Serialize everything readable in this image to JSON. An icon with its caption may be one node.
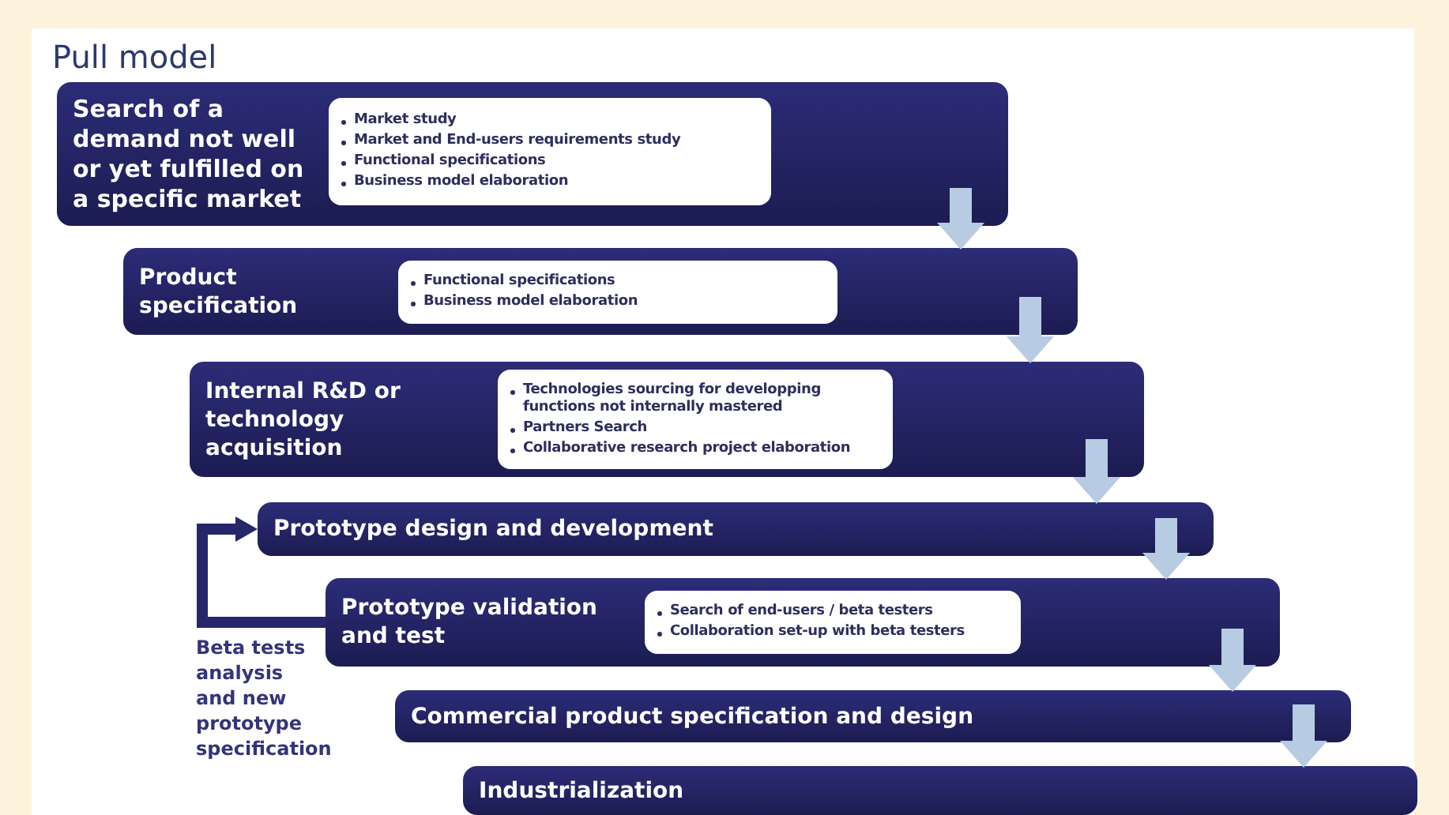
{
  "diagram": {
    "title": "Pull model",
    "nodes": [
      {
        "text": [
          "Search of a demand not well or yet fulfilled on a specific market"
        ]
      },
      {
        "text": [
          "Market study",
          "Market and End-users requirements study",
          "Functional specifications",
          "Business model elaboration"
        ],
        "in": 0
      },
      {
        "text": [
          "Product specification"
        ]
      },
      {
        "text": [
          "Functional specifications",
          "Business model elaboration"
        ],
        "in": 2
      },
      {
        "text": [
          "Internal R&D or technology acquisition"
        ]
      },
      {
        "text": [
          "Technologies sourcing for developping functions not internally mastered",
          "Partners Search",
          "Collaborative research project elaboration"
        ],
        "in": 4
      },
      {
        "text": [
          "Prototype design and development"
        ]
      },
      {
        "text": [
          "Prototype validation and test"
        ]
      },
      {
        "text": [
          "Search of end-users / beta testers",
          "Collaboration set-up with beta testers"
        ],
        "in": 7
      },
      {
        "text": [
          "Commercial product specification and design"
        ]
      },
      {
        "text": [
          "Industrialization"
        ]
      }
    ],
    "edges": [
      {
        "from": 0,
        "to": 2,
        "arrow": "to"
      },
      {
        "from": 2,
        "to": 4,
        "arrow": "to"
      },
      {
        "from": 4,
        "to": 6,
        "arrow": "to"
      },
      {
        "from": 6,
        "to": 7,
        "arrow": "to"
      },
      {
        "from": 7,
        "to": 9,
        "arrow": "to"
      },
      {
        "from": 9,
        "to": 10,
        "arrow": "to"
      },
      {
        "from": 7,
        "to": 6,
        "arrow": "to",
        "label": "Beta tests analysis and new prototype specification",
        "color": "#26266a"
      }
    ]
  }
}
